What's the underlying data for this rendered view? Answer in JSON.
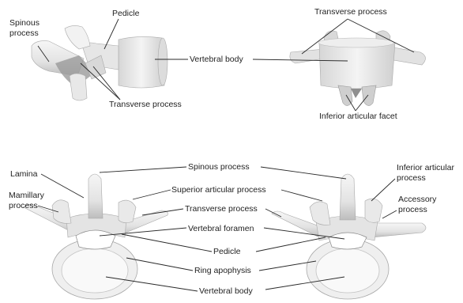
{
  "colors": {
    "bone": "#ececec",
    "bone_shadow": "#c9c9c9",
    "bone_dark": "#9e9e9e",
    "line": "#2a2a2a",
    "text": "#1f1f1f"
  },
  "labels": {
    "spinous_process_top": "Spinous process",
    "pedicle_top": "Pedicle",
    "vertebral_body_top": "Vertebral body",
    "transverse_process_top_left": "Transverse process",
    "transverse_process_top_right": "Transverse process",
    "inferior_articular_facet": "Inferior articular facet",
    "lamina": "Lamina",
    "mamillary_process": "Mamillary process",
    "spinous_process": "Spinous process",
    "superior_articular_process": "Superior articular process",
    "transverse_process": "Transverse process",
    "vertebral_foramen": "Vertebral foramen",
    "pedicle": "Pedicle",
    "ring_apophysis": "Ring apophysis",
    "vertebral_body": "Vertebral body",
    "inferior_articular_process": "Inferior articular process",
    "accessory_process": "Accessory process"
  }
}
